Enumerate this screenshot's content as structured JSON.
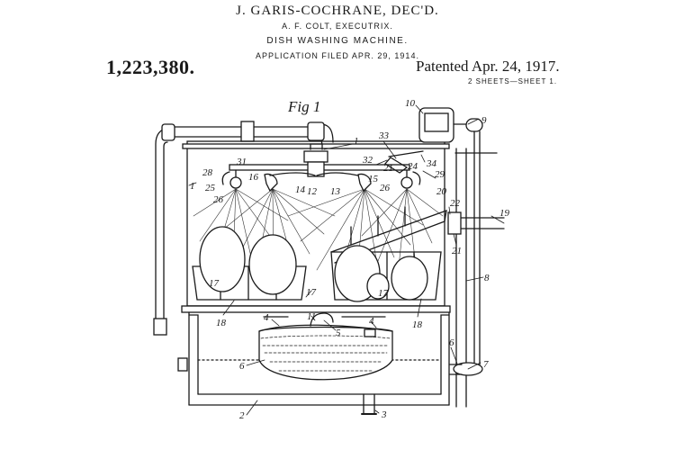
{
  "header": {
    "inventor": "J. GARIS-COCHRANE, DEC'D.",
    "executrix": "A. F. COLT, EXECUTRIX.",
    "title": "DISH WASHING MACHINE.",
    "filed": "APPLICATION FILED APR. 29, 1914.",
    "patent_number": "1,223,380.",
    "patent_date": "Patented Apr. 24, 1917.",
    "sheets": "2 SHEETS—SHEET 1."
  },
  "figure": {
    "label": "Fig 1",
    "refs": {
      "r1a": "1",
      "r1b": "1",
      "r2": "2",
      "r3": "3",
      "r4a": "4",
      "r4b": "4",
      "r5": "5",
      "r6a": "6",
      "r6b": "6",
      "r7": "7",
      "r8": "8",
      "r9": "9",
      "r10": "10",
      "r11": "11",
      "r12": "12",
      "r13": "13",
      "r14": "14",
      "r15": "15",
      "r16": "16",
      "r17a": "17",
      "r17b": "17",
      "r17c": "17",
      "r18a": "18",
      "r18b": "18",
      "r19": "19",
      "r20": "20",
      "r21a": "21",
      "r21b": "21",
      "r22": "22",
      "r24": "24",
      "r25": "25",
      "r26a": "26",
      "r26b": "26",
      "r28": "28",
      "r29": "29",
      "r31": "31",
      "r32": "32",
      "r33": "33",
      "r34": "34"
    }
  }
}
